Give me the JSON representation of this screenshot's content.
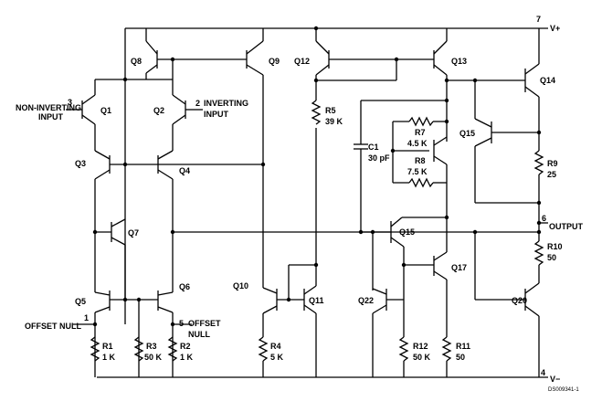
{
  "doc_id": "DS009341-1",
  "terminals": {
    "v_plus": {
      "pin": "7",
      "label": "V+"
    },
    "v_minus": {
      "pin": "4",
      "label": "V−"
    },
    "output": {
      "pin": "6",
      "label": "OUTPUT"
    },
    "non_inverting": {
      "pin": "3",
      "line1": "NON-INVERTING",
      "line2": "INPUT"
    },
    "inverting": {
      "pin": "2",
      "line1": "INVERTING",
      "line2": "INPUT"
    },
    "offset_null_1": {
      "pin": "1",
      "label": "OFFSET NULL"
    },
    "offset_null_5": {
      "pin": "5",
      "line1": "OFFSET",
      "line2": "NULL"
    }
  },
  "transistors": [
    "Q1",
    "Q2",
    "Q3",
    "Q4",
    "Q5",
    "Q6",
    "Q7",
    "Q8",
    "Q9",
    "Q10",
    "Q11",
    "Q12",
    "Q13",
    "Q14",
    "Q15",
    "Q15",
    "Q17",
    "Q20",
    "Q22"
  ],
  "resistors": {
    "R1": "1 K",
    "R2": "1 K",
    "R3": "50 K",
    "R4": "5 K",
    "R5": "39 K",
    "R7": "4.5 K",
    "R8": "7.5 K",
    "R9": "25",
    "R10": "50",
    "R11": "50",
    "R12": "50 K"
  },
  "capacitors": {
    "C1": "30 pF"
  }
}
